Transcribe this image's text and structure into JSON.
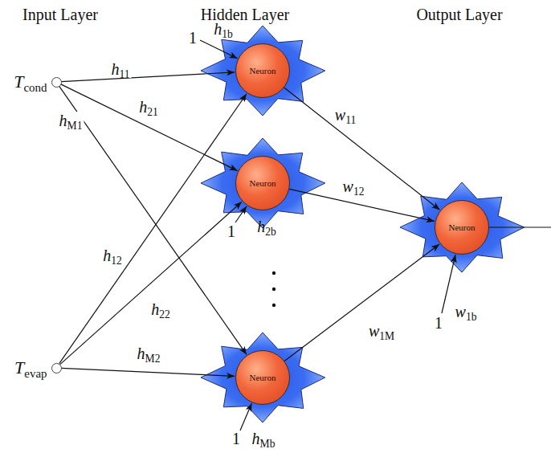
{
  "diagram": {
    "nodes": [
      {
        "text": [
          "Tcond"
        ]
      },
      {
        "text": [
          "Tevap"
        ]
      },
      {
        "text": [
          "Neuron"
        ]
      },
      {
        "text": [
          "Neuron"
        ]
      },
      {
        "text": [
          "Neuron"
        ]
      },
      {
        "text": [
          "Neuron"
        ]
      }
    ],
    "edges": [
      {
        "from": 0,
        "to": 2,
        "arrow": "to",
        "label": "h11"
      },
      {
        "from": 0,
        "to": 3,
        "arrow": "to",
        "label": "h21"
      },
      {
        "from": 0,
        "to": 4,
        "arrow": "to",
        "label": "hM1"
      },
      {
        "from": 1,
        "to": 2,
        "arrow": "to",
        "label": "h12"
      },
      {
        "from": 1,
        "to": 3,
        "arrow": "to",
        "label": "h22"
      },
      {
        "from": 1,
        "to": 4,
        "arrow": "to",
        "label": "hM2"
      },
      {
        "from": 2,
        "to": 5,
        "arrow": "to",
        "label": "w11"
      },
      {
        "from": 3,
        "to": 5,
        "arrow": "to",
        "label": "w12"
      },
      {
        "from": 4,
        "to": 5,
        "arrow": "to",
        "label": "w1M"
      }
    ],
    "labels": [
      "Input Layer",
      "Hidden Layer",
      "Output Layer",
      "1",
      "h1b",
      "1",
      "h2b",
      "1",
      "hMb",
      "1",
      "w1b"
    ]
  }
}
